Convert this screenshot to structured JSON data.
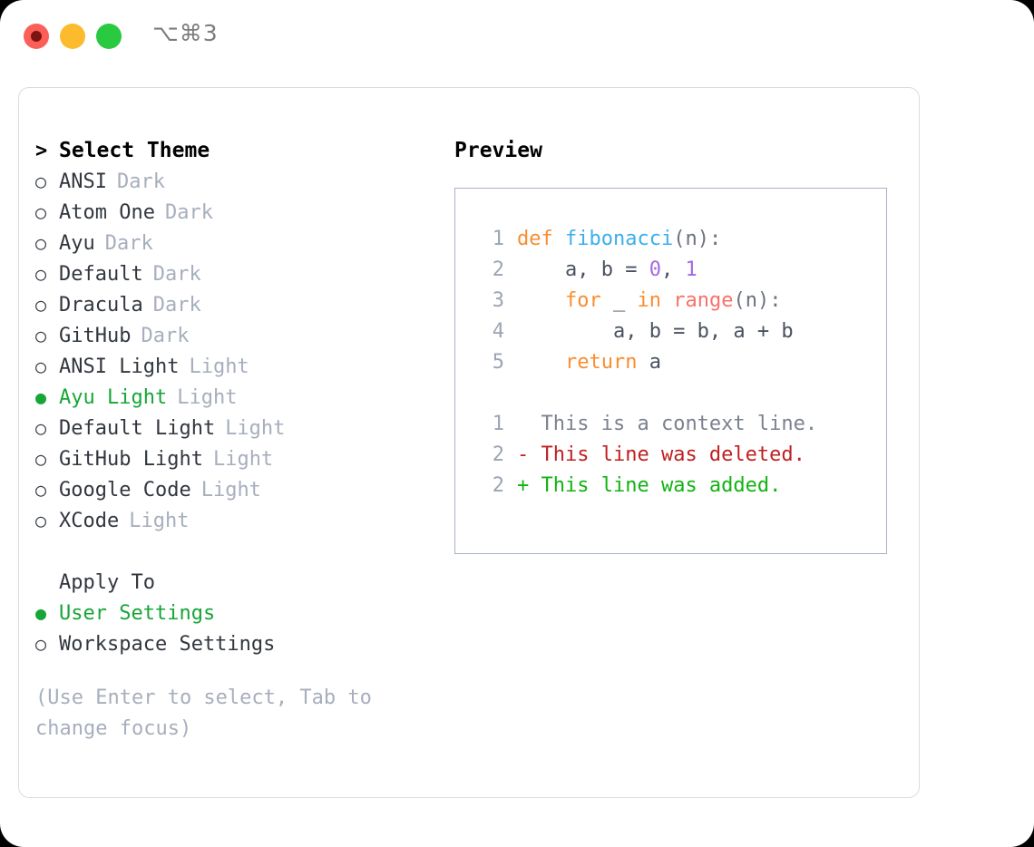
{
  "window": {
    "shortcut_label": "⌥⌘3",
    "traffic_lights": [
      {
        "name": "close",
        "color": "#fc5f57"
      },
      {
        "name": "minimize",
        "color": "#fcbb2d"
      },
      {
        "name": "maximize",
        "color": "#29c940"
      }
    ],
    "accent_green": "#16a637",
    "muted_gray": "#a7aebd"
  },
  "theme_picker": {
    "header": "Select Theme",
    "caret": ">",
    "marker_on": "●",
    "marker_off": "○",
    "items": [
      {
        "label": "ANSI",
        "badge": "Dark",
        "selected": false
      },
      {
        "label": "Atom One",
        "badge": "Dark",
        "selected": false
      },
      {
        "label": "Ayu",
        "badge": "Dark",
        "selected": false
      },
      {
        "label": "Default",
        "badge": "Dark",
        "selected": false
      },
      {
        "label": "Dracula",
        "badge": "Dark",
        "selected": false
      },
      {
        "label": "GitHub",
        "badge": "Dark",
        "selected": false
      },
      {
        "label": "ANSI Light",
        "badge": "Light",
        "selected": false
      },
      {
        "label": "Ayu Light",
        "badge": "Light",
        "selected": true
      },
      {
        "label": "Default Light",
        "badge": "Light",
        "selected": false
      },
      {
        "label": "GitHub Light",
        "badge": "Light",
        "selected": false
      },
      {
        "label": "Google Code",
        "badge": "Light",
        "selected": false
      },
      {
        "label": "XCode",
        "badge": "Light",
        "selected": false
      }
    ]
  },
  "apply_to": {
    "header": "Apply To",
    "items": [
      {
        "label": "User Settings",
        "selected": true
      },
      {
        "label": "Workspace Settings",
        "selected": false
      }
    ]
  },
  "hint": "(Use Enter to select, Tab to change focus)",
  "preview": {
    "title": "Preview",
    "code_lines": [
      {
        "lineno": "1",
        "tokens": [
          {
            "text": "def ",
            "kind": "kw"
          },
          {
            "text": "fibonacci",
            "kind": "fn"
          },
          {
            "text": "(n):",
            "kind": "pn"
          }
        ]
      },
      {
        "lineno": "2",
        "tokens": [
          {
            "text": "    a, b = ",
            "kind": "plain"
          },
          {
            "text": "0",
            "kind": "num"
          },
          {
            "text": ", ",
            "kind": "plain"
          },
          {
            "text": "1",
            "kind": "num"
          }
        ]
      },
      {
        "lineno": "3",
        "tokens": [
          {
            "text": "    ",
            "kind": "plain"
          },
          {
            "text": "for",
            "kind": "kw"
          },
          {
            "text": " _ ",
            "kind": "plain"
          },
          {
            "text": "in",
            "kind": "kw"
          },
          {
            "text": " ",
            "kind": "plain"
          },
          {
            "text": "range",
            "kind": "bi"
          },
          {
            "text": "(n):",
            "kind": "pn"
          }
        ]
      },
      {
        "lineno": "4",
        "tokens": [
          {
            "text": "        a, b = b, a + b",
            "kind": "plain"
          }
        ]
      },
      {
        "lineno": "5",
        "tokens": [
          {
            "text": "    ",
            "kind": "plain"
          },
          {
            "text": "return",
            "kind": "kw"
          },
          {
            "text": " a",
            "kind": "plain"
          }
        ]
      }
    ],
    "diff_lines": [
      {
        "lineno": "1",
        "prefix": "  ",
        "text": "This is a context line.",
        "kind": "ctx"
      },
      {
        "lineno": "2",
        "prefix": "- ",
        "text": "This line was deleted.",
        "kind": "del"
      },
      {
        "lineno": "2",
        "prefix": "+ ",
        "text": "This line was added.",
        "kind": "add"
      }
    ],
    "colors": {
      "keyword": "#fa8d30",
      "function": "#3aafee",
      "number": "#a46ae0",
      "builtin": "#f8716a",
      "identifier": "#4a5160",
      "lineno": "#9aa5b4",
      "context": "#7b8190",
      "deleted": "#c02020",
      "added": "#12b312",
      "border": "#a7b2c4"
    }
  }
}
